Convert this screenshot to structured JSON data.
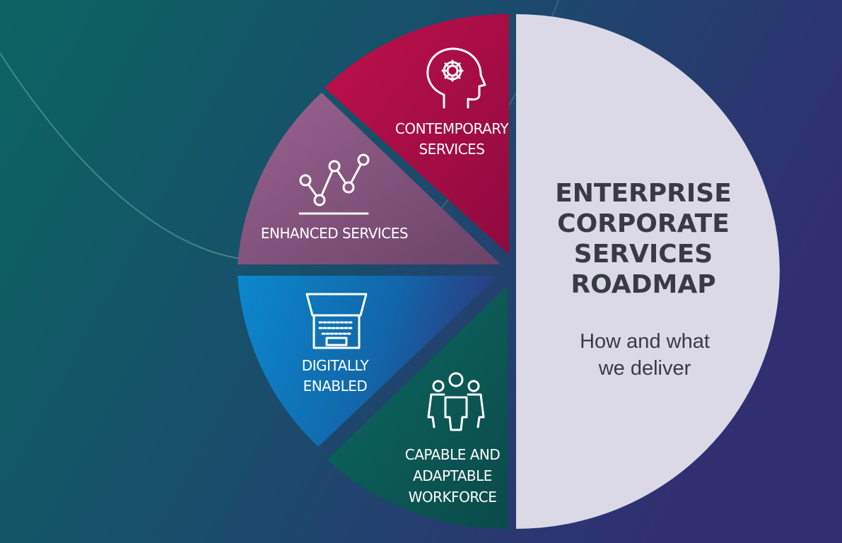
{
  "title": {
    "lines": [
      "ENTERPRISE",
      "CORPORATE",
      "SERVICES",
      "ROADMAP"
    ]
  },
  "subtitle": {
    "lines": [
      "How and what",
      "we deliver"
    ]
  },
  "segments": [
    {
      "id": "contemporary",
      "icon": "head-gear-icon",
      "color": "#b01048",
      "lines": [
        "CONTEMPORARY",
        "SERVICES"
      ]
    },
    {
      "id": "enhanced",
      "icon": "line-graph-icon",
      "color": "#8a5a80",
      "lines": [
        "ENHANCED SERVICES"
      ]
    },
    {
      "id": "digital",
      "icon": "laptop-icon",
      "color": "#0a82c8",
      "lines": [
        "DIGITALLY",
        "ENABLED"
      ]
    },
    {
      "id": "workforce",
      "icon": "people-group-icon",
      "color": "#0b5e57",
      "lines": [
        "CAPABLE AND",
        "ADAPTABLE",
        "WORKFORCE"
      ]
    }
  ],
  "colors": {
    "background_left": "#0b5f5c",
    "background_right": "#302f72",
    "half_circle": "#dcd9e6",
    "text_dark": "#3a3a45"
  }
}
